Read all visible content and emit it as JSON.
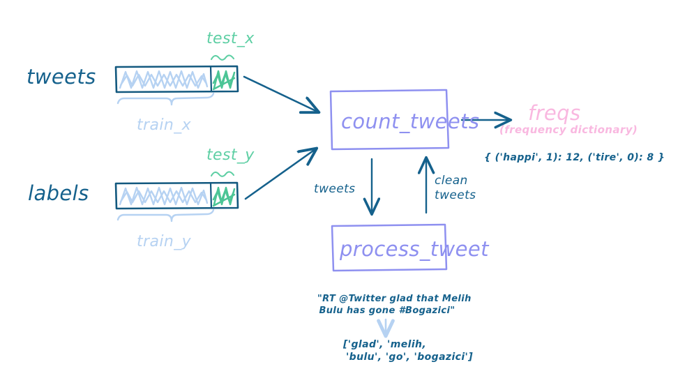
{
  "diagram": {
    "title": "count_tweets / process_tweet pipeline sketch",
    "colors": {
      "ink_dark": "#15618c",
      "ink_light_blue": "#b6d2f2",
      "ink_green": "#5ecfa4",
      "ink_purple": "#8e90f0",
      "ink_pink": "#f9b8e0",
      "background": "#ffffff"
    }
  },
  "rows": {
    "tweets": {
      "label": "tweets",
      "train_brace_label": "train_x",
      "test_brace_label": "test_x"
    },
    "labels": {
      "label": "labels",
      "train_brace_label": "train_y",
      "test_brace_label": "test_y"
    }
  },
  "boxes": {
    "count_tweets": {
      "label": "count_tweets"
    },
    "process_tweet": {
      "label": "process_tweet"
    }
  },
  "output": {
    "name": "freqs",
    "subtitle": "(frequency dictionary)",
    "example": "{ ('happi', 1): 12, ('tire', 0): 8 }"
  },
  "edges": {
    "down_label": "tweets",
    "up_label_line1": "clean",
    "up_label_line2": "tweets"
  },
  "example": {
    "raw_line1": "\"RT @Twitter glad that Melih",
    "raw_line2": "Bulu has gone #Bogazici\"",
    "tokens_line1": "['glad', 'melih,",
    "tokens_line2": "'bulu', 'go', 'bogazici']"
  }
}
